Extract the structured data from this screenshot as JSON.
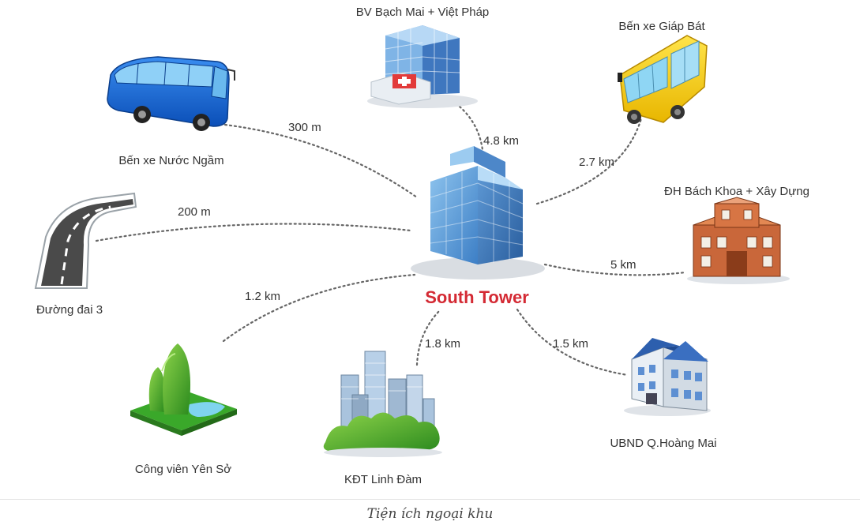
{
  "center": {
    "label": "South Tower",
    "color": "#d42a34"
  },
  "amenities": [
    {
      "id": "bv",
      "label": "BV Bạch Mai + Việt Pháp",
      "distance": "4.8 km",
      "icon": "hospital-icon"
    },
    {
      "id": "giapbat",
      "label": "Bến xe Giáp Bát",
      "distance": "2.7 km",
      "icon": "yellow-bus-icon"
    },
    {
      "id": "bachkhoa",
      "label": "ĐH Bách Khoa + Xây Dựng",
      "distance": "5 km",
      "icon": "university-icon"
    },
    {
      "id": "ubnd",
      "label": "UBND Q.Hoàng Mai",
      "distance": "1.5 km",
      "icon": "office-building-icon"
    },
    {
      "id": "linhdam",
      "label": "KĐT Linh Đàm",
      "distance": "1.8 km",
      "icon": "city-icon"
    },
    {
      "id": "yenso",
      "label": "Công viên Yên Sở",
      "distance": "1.2 km",
      "icon": "park-icon"
    },
    {
      "id": "duongdai",
      "label": "Đường đai 3",
      "distance": "200 m",
      "icon": "road-icon"
    },
    {
      "id": "nuocngam",
      "label": "Bến xe Nước Ngầm",
      "distance": "300 m",
      "icon": "blue-bus-icon"
    }
  ],
  "caption": "Tiện ích ngoại khu"
}
